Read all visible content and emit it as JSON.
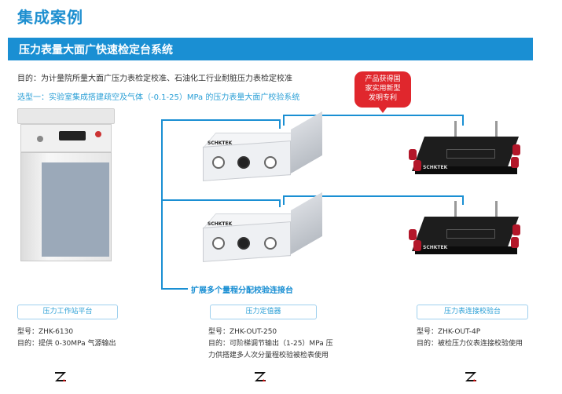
{
  "header": {
    "title": "集成案例"
  },
  "section_bar": {
    "title": "压力表量大面广快速检定台系统"
  },
  "purpose_text": "目的：为计量院所量大面广压力表检定校准、石油化工行业耐脏压力表检定校准",
  "option_text": "选型一：实验室集成搭建疏空及气体（-0.1-25）MPa 的压力表量大面广校验系统",
  "badge": {
    "lines": [
      "产品获得国",
      "家实用新型",
      "发明专利"
    ]
  },
  "device_brand": "SCHKTEK",
  "expand_label": "扩展多个量程分配校验连接台",
  "products": [
    {
      "caption": "压力工作站平台",
      "model": "型号：ZHK-6130",
      "purpose": "目的：提供 0-30MPa 气源输出",
      "purpose2": ""
    },
    {
      "caption": "压力定值器",
      "model": "型号：ZHK-OUT-250",
      "purpose": "目的：可阶梯调节输出（1-25）MPa 压",
      "purpose2": "力供搭建多人次分量程校验被检表使用"
    },
    {
      "caption": "压力表连接校验台",
      "model": "型号：ZHK-OUT-4P",
      "purpose": "目的：被检压力仪表连接校验使用",
      "purpose2": ""
    }
  ],
  "colors": {
    "accent": "#1a8fd3",
    "badge": "#e0272d"
  }
}
